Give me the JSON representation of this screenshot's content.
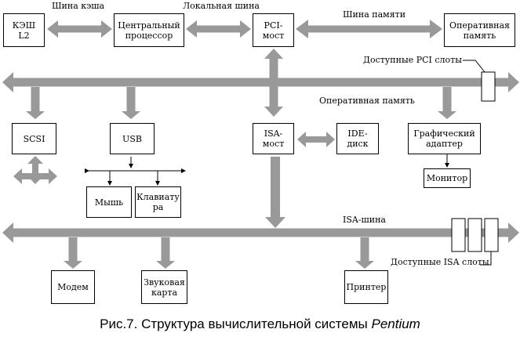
{
  "colors": {
    "bus": "#999999",
    "line": "#000000",
    "background": "#ffffff"
  },
  "nodes": {
    "cache_l2": "КЭШ\nL2",
    "cpu": "Центральный\nпроцессор",
    "pci_bridge": "PCI-\nмост",
    "ram": "Оперативная\nпамять",
    "scsi": "SCSI",
    "usb": "USB",
    "isa_bridge": "ISA-\nмост",
    "ide_disk": "IDE-\nдиск",
    "graphics_adapter": "Графический\nадаптер",
    "monitor": "Монитор",
    "mouse": "Мышь",
    "keyboard": "Клавиату\nра",
    "modem": "Модем",
    "sound_card": "Звуковая\nкарта",
    "printer": "Принтер"
  },
  "labels": {
    "cache_bus": "Шина кэша",
    "local_bus": "Локальная шина",
    "memory_bus": "Шина памяти",
    "pci_slots": "Доступные PCI слоты",
    "pci_bus_ram": "Оперативная память",
    "isa_bus": "ISA-шина",
    "isa_slots": "Доступные ISA слоты"
  },
  "caption": {
    "text": "Рис.7. Структура вычислительной системы ",
    "emphasis": "Pentium"
  }
}
